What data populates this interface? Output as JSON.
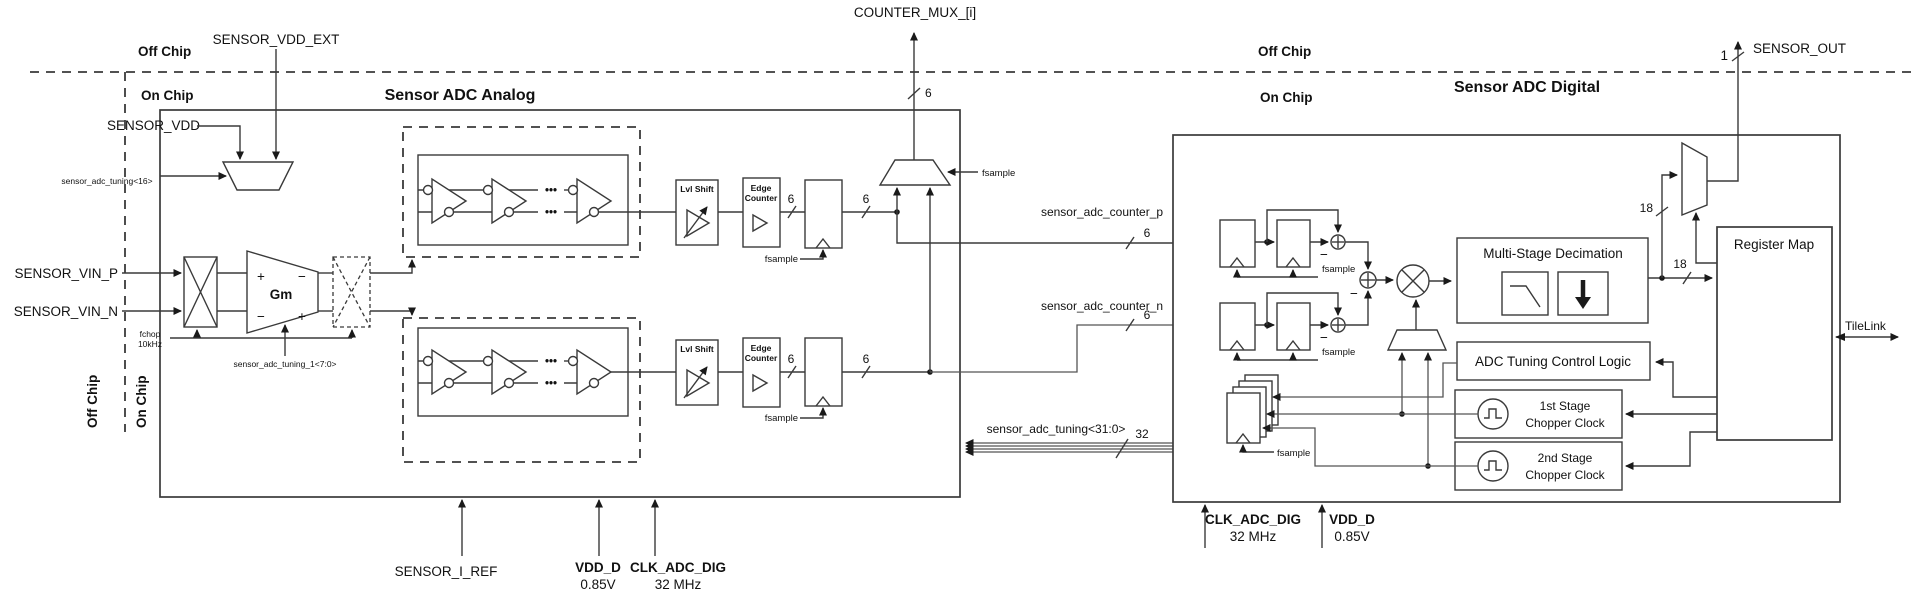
{
  "boundary": {
    "off_chip": "Off Chip",
    "on_chip": "On Chip"
  },
  "analog": {
    "title": "Sensor ADC Analog",
    "sensor_vdd_ext": "SENSOR_VDD_EXT",
    "sensor_vdd": "SENSOR_VDD",
    "tuning16": "sensor_adc_tuning<16>",
    "vin_p": "SENSOR_VIN_P",
    "vin_n": "SENSOR_VIN_N",
    "gm": "Gm",
    "plus": "+",
    "minus": "−",
    "fchop": "fchop",
    "fchop_freq": "10kHz",
    "tuning1": "sensor_adc_tuning_1<7:0>",
    "lvl_shift": "Lvl Shift",
    "edge": "Edge",
    "counter": "Counter",
    "counter_mux": "COUNTER_MUX_[i]",
    "sensor_i_ref": "SENSOR_I_REF",
    "vdd_d": "VDD_D",
    "vdd_d_val": "0.85V",
    "clk": "CLK_ADC_DIG",
    "clk_val": "32 MHz",
    "dots": "•••"
  },
  "digital": {
    "title": "Sensor ADC Digital",
    "decimation": "Multi-Stage Decimation",
    "tuning_logic": "ADC Tuning Control Logic",
    "chopper1": "1st Stage",
    "chopper2": "2nd Stage",
    "chopper_clock": "Chopper Clock",
    "register_map": "Register Map",
    "tilelink": "TileLink",
    "sensor_out": "SENSOR_OUT",
    "clk": "CLK_ADC_DIG",
    "clk_val": "32 MHz",
    "vdd_d": "VDD_D",
    "vdd_d_val": "0.85V"
  },
  "nets": {
    "counter_p": "sensor_adc_counter_p",
    "counter_n": "sensor_adc_counter_n",
    "tuning32": "sensor_adc_tuning<31:0>",
    "fsample": "fsample",
    "w1": "1",
    "w6": "6",
    "w18": "18",
    "w32": "32",
    "minus": "−"
  }
}
